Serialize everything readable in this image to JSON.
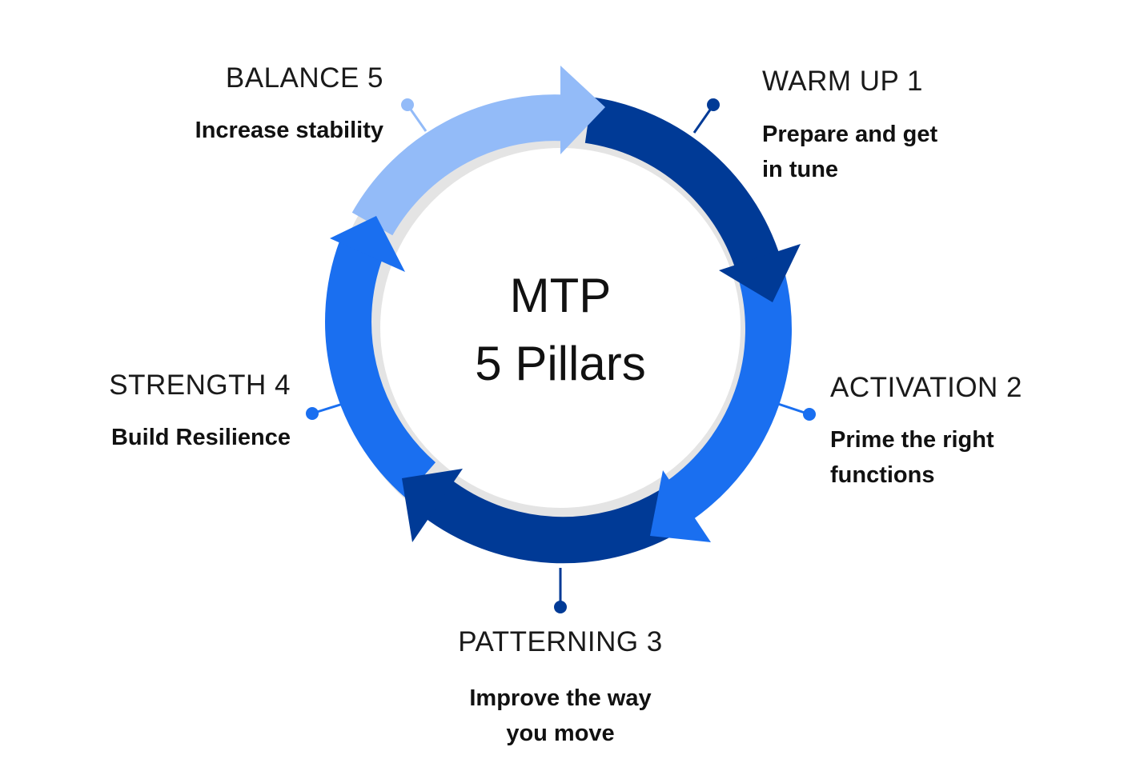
{
  "center": {
    "line1": "MTP",
    "line2": "5 Pillars"
  },
  "colors": {
    "ring_track": "#e4e4e4",
    "dark_blue": "#003a96",
    "mid_blue": "#1a6ff0",
    "light_blue": "#93bbf8"
  },
  "pillars": [
    {
      "title": "WARM UP 1",
      "desc": [
        "Prepare and get",
        "in tune"
      ],
      "color": "#003a96"
    },
    {
      "title": "ACTIVATION 2",
      "desc": [
        "Prime the right",
        "functions"
      ],
      "color": "#1a6ff0"
    },
    {
      "title": "PATTERNING 3",
      "desc": [
        "Improve the way",
        "you move"
      ],
      "color": "#003a96"
    },
    {
      "title": "STRENGTH 4",
      "desc": [
        "Build Resilience"
      ],
      "color": "#1a6ff0"
    },
    {
      "title": "BALANCE 5",
      "desc": [
        "Increase stability"
      ],
      "color": "#93bbf8"
    }
  ]
}
